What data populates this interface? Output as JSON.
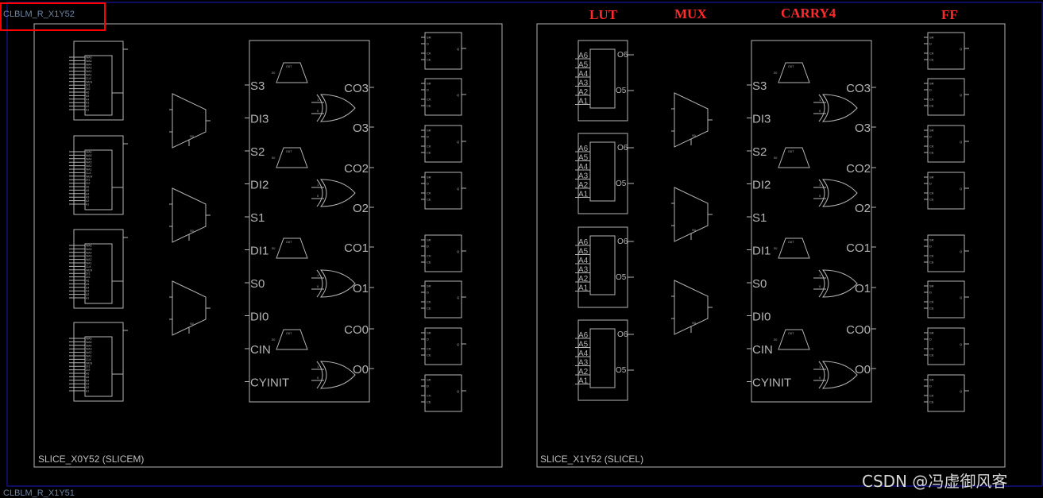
{
  "tile": {
    "title": "CLBLM_R_X1Y52",
    "next_title": "CLBLM_R_X1Y51"
  },
  "slices": [
    {
      "name": "SLICE_X0Y52 (SLICEM)",
      "kind": "SLICEM"
    },
    {
      "name": "SLICE_X1Y52 (SLICEL)",
      "kind": "SLICEL"
    }
  ],
  "categories": {
    "lut": "LUT",
    "mux": "MUX",
    "carry": "CARRY4",
    "ff": "FF"
  },
  "carry_left_pins": [
    "S3",
    "DI3",
    "S2",
    "DI2",
    "S1",
    "DI1",
    "S0",
    "DI0",
    "CIN",
    "CYINIT"
  ],
  "carry_right_pins": [
    "CO3",
    "O3",
    "CO2",
    "O2",
    "CO1",
    "O1",
    "CO0",
    "O0"
  ],
  "lut_pins": [
    "A6",
    "A5",
    "A4",
    "A3",
    "A2",
    "A1"
  ],
  "lut_outputs": [
    "O6",
    "O5"
  ],
  "lutm_pins": [
    "WA6",
    "WA5",
    "WA4",
    "WA3",
    "WA2",
    "WA1",
    "CLK",
    "WEN",
    "DI1",
    "DI2",
    "A6",
    "A5",
    "A4",
    "A3",
    "A2",
    "A1"
  ],
  "ff_pins": [
    "SR",
    "D",
    "CK",
    "CE",
    "Q"
  ],
  "mux_tag": "S0",
  "xor_pins": [
    "1",
    "0"
  ],
  "carry_small": [
    "S0",
    "OUT"
  ],
  "watermark": "CSDN @冯虚御风客",
  "colors": {
    "background": "#000000",
    "outline": "#b4b4b4",
    "tile_border": "#1414c8",
    "highlight": "#ff0000",
    "category": "#ff2a2a",
    "tile_text": "#6f86a4"
  }
}
